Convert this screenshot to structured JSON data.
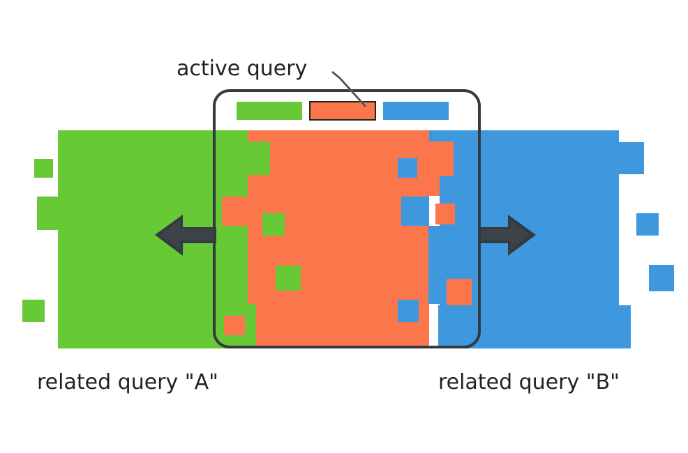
{
  "labels": {
    "active_query": "active query",
    "related_a": "related query \"A\"",
    "related_b": "related query \"B\""
  },
  "colors": {
    "green": "#66c935",
    "orange": "#fc764c",
    "blue": "#3f98dd",
    "frame": "#333a40",
    "arrow": "#333a40",
    "background": "#ffffff"
  },
  "icons": [
    "arrow-left-icon",
    "arrow-right-icon"
  ]
}
